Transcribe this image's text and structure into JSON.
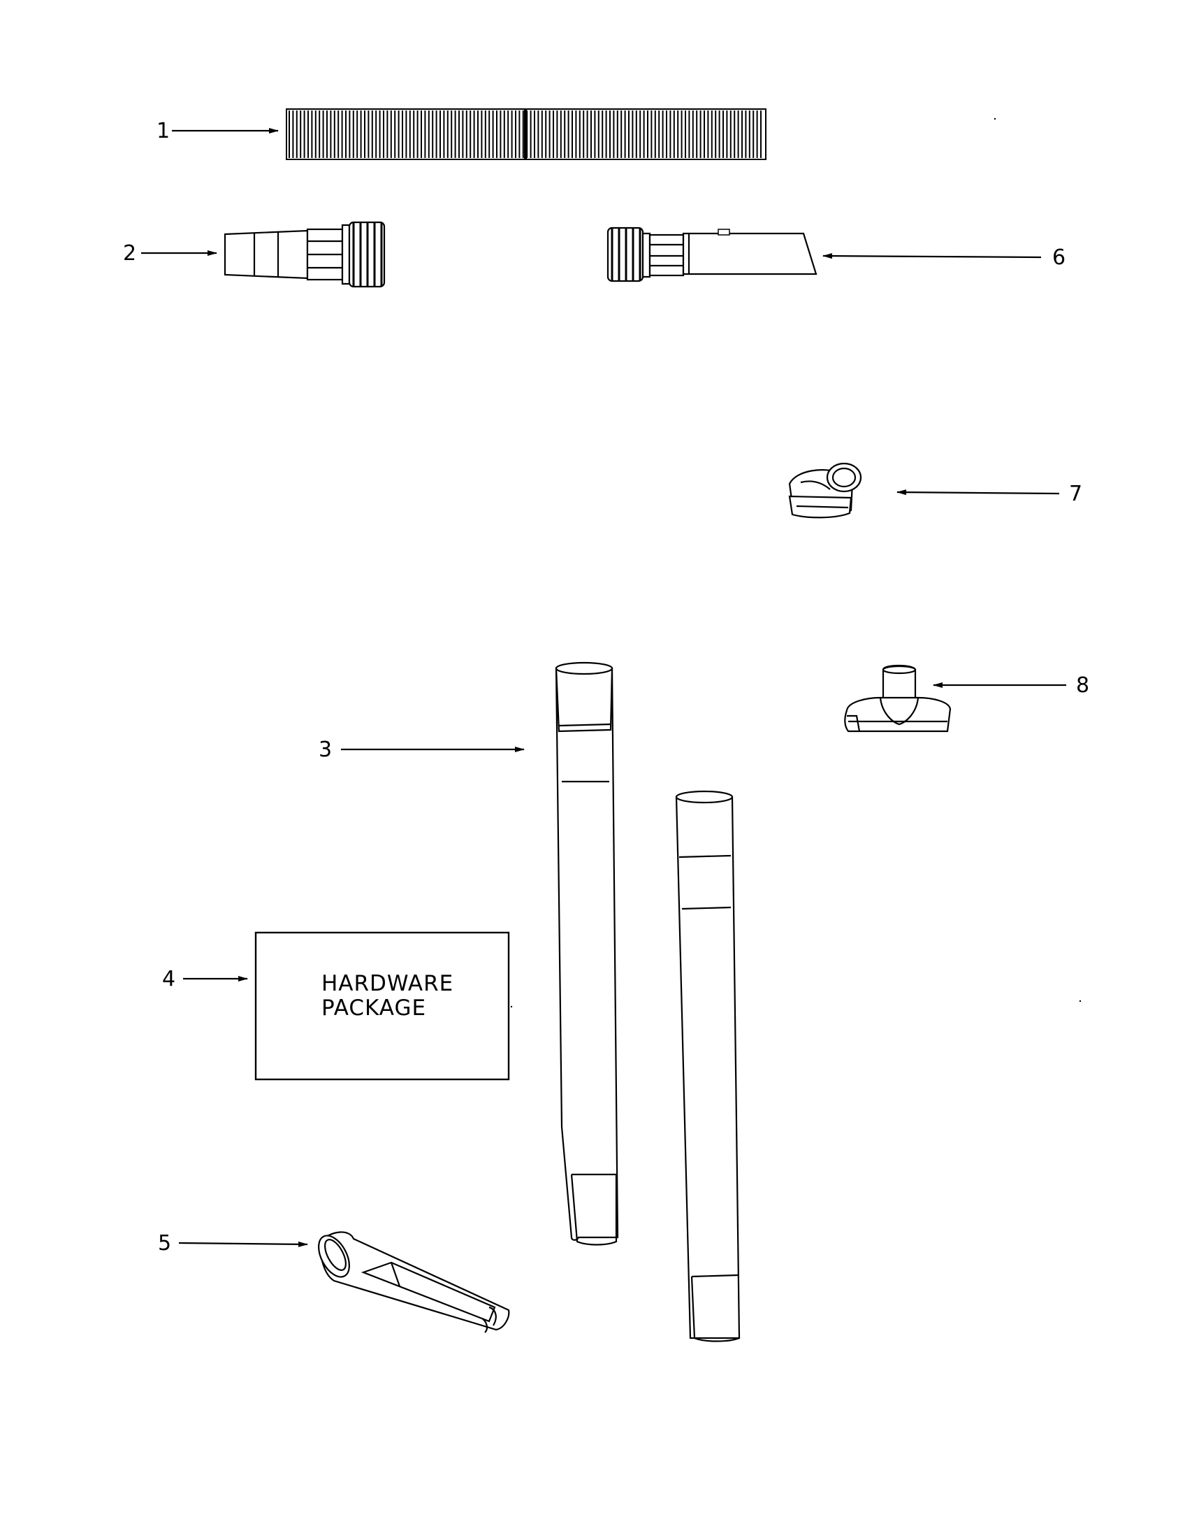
{
  "callouts": {
    "c1": "1",
    "c2": "2",
    "c3": "3",
    "c4": "4",
    "c5": "5",
    "c6": "6",
    "c7": "7",
    "c8": "8"
  },
  "package_label": {
    "line1": "HARDWARE",
    "line2": "PACKAGE"
  }
}
